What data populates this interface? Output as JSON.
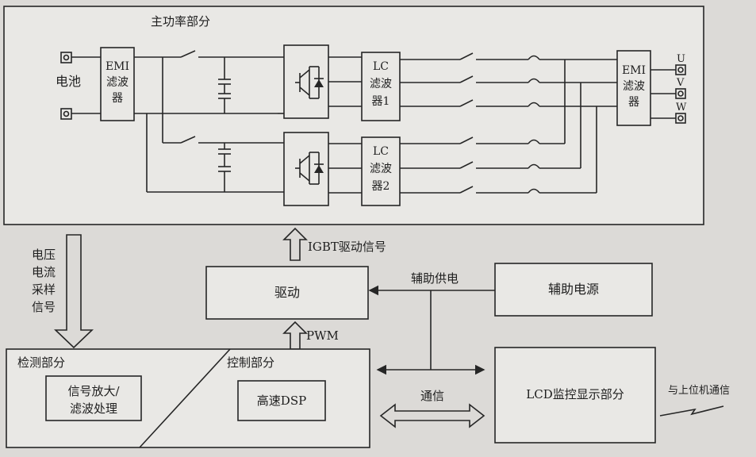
{
  "main_power": {
    "title": "主功率部分",
    "battery_label": "电池",
    "emi_in": [
      "EMI",
      "滤波",
      "器"
    ],
    "emi_out": [
      "EMI",
      "滤波",
      "器"
    ],
    "lc1": [
      "LC",
      "滤波",
      "器1"
    ],
    "lc2": [
      "LC",
      "滤波",
      "器2"
    ],
    "phases": [
      "U",
      "V",
      "W"
    ]
  },
  "sampling_label": [
    "电压",
    "电流",
    "采样",
    "信号"
  ],
  "igbt_signal": "IGBT驱动信号",
  "drive": "驱动",
  "aux_supply": "辅助供电",
  "aux_power": "辅助电源",
  "pwm": "PWM",
  "detect": {
    "title": "检测部分",
    "amp_line1": "信号放大/",
    "amp_line2": "滤波处理"
  },
  "control": {
    "title": "控制部分",
    "dsp": "高速DSP"
  },
  "comm": "通信",
  "lcd": "LCD监控显示部分",
  "host_comm": "与上位机通信"
}
